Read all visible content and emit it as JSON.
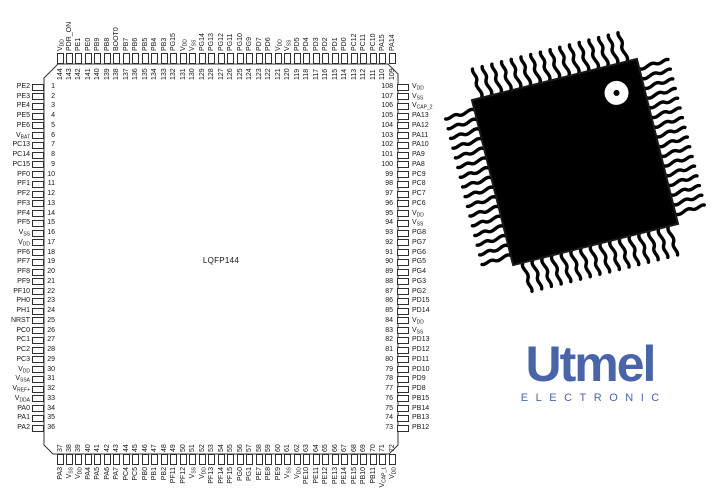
{
  "diagram": {
    "package_label": "LQFP144",
    "pins": {
      "left": [
        {
          "n": 1,
          "label": "PE2"
        },
        {
          "n": 2,
          "label": "PE3"
        },
        {
          "n": 3,
          "label": "PE4"
        },
        {
          "n": 4,
          "label": "PE5"
        },
        {
          "n": 5,
          "label": "PE6"
        },
        {
          "n": 6,
          "label": "VBAT"
        },
        {
          "n": 7,
          "label": "PC13"
        },
        {
          "n": 8,
          "label": "PC14"
        },
        {
          "n": 9,
          "label": "PC15"
        },
        {
          "n": 10,
          "label": "PF0"
        },
        {
          "n": 11,
          "label": "PF1"
        },
        {
          "n": 12,
          "label": "PF2"
        },
        {
          "n": 13,
          "label": "PF3"
        },
        {
          "n": 14,
          "label": "PF4"
        },
        {
          "n": 15,
          "label": "PF5"
        },
        {
          "n": 16,
          "label": "VSS"
        },
        {
          "n": 17,
          "label": "VDD"
        },
        {
          "n": 18,
          "label": "PF6"
        },
        {
          "n": 19,
          "label": "PF7"
        },
        {
          "n": 20,
          "label": "PF8"
        },
        {
          "n": 21,
          "label": "PF9"
        },
        {
          "n": 22,
          "label": "PF10"
        },
        {
          "n": 23,
          "label": "PH0"
        },
        {
          "n": 24,
          "label": "PH1"
        },
        {
          "n": 25,
          "label": "NRST"
        },
        {
          "n": 26,
          "label": "PC0"
        },
        {
          "n": 27,
          "label": "PC1"
        },
        {
          "n": 28,
          "label": "PC2"
        },
        {
          "n": 29,
          "label": "PC3"
        },
        {
          "n": 30,
          "label": "VDD"
        },
        {
          "n": 31,
          "label": "VSSA"
        },
        {
          "n": 32,
          "label": "VREF+"
        },
        {
          "n": 33,
          "label": "VDDA"
        },
        {
          "n": 34,
          "label": "PA0"
        },
        {
          "n": 35,
          "label": "PA1"
        },
        {
          "n": 36,
          "label": "PA2"
        }
      ],
      "top": [
        {
          "n": 144,
          "label": "VDD"
        },
        {
          "n": 143,
          "label": "PDR_ON"
        },
        {
          "n": 142,
          "label": "PE1"
        },
        {
          "n": 141,
          "label": "PE0"
        },
        {
          "n": 140,
          "label": "PB9"
        },
        {
          "n": 139,
          "label": "PB8"
        },
        {
          "n": 138,
          "label": "BOOT0"
        },
        {
          "n": 137,
          "label": "PB7"
        },
        {
          "n": 136,
          "label": "PB6"
        },
        {
          "n": 135,
          "label": "PB5"
        },
        {
          "n": 134,
          "label": "PB4"
        },
        {
          "n": 133,
          "label": "PB3"
        },
        {
          "n": 132,
          "label": "PG15"
        },
        {
          "n": 131,
          "label": "VDD"
        },
        {
          "n": 130,
          "label": "VSS"
        },
        {
          "n": 129,
          "label": "PG14"
        },
        {
          "n": 128,
          "label": "PG13"
        },
        {
          "n": 127,
          "label": "PG12"
        },
        {
          "n": 126,
          "label": "PG11"
        },
        {
          "n": 125,
          "label": "PG10"
        },
        {
          "n": 124,
          "label": "PG9"
        },
        {
          "n": 123,
          "label": "PD7"
        },
        {
          "n": 122,
          "label": "PD6"
        },
        {
          "n": 121,
          "label": "VDD"
        },
        {
          "n": 120,
          "label": "VSS"
        },
        {
          "n": 119,
          "label": "PD5"
        },
        {
          "n": 118,
          "label": "PD4"
        },
        {
          "n": 117,
          "label": "PD3"
        },
        {
          "n": 116,
          "label": "PD2"
        },
        {
          "n": 115,
          "label": "PD1"
        },
        {
          "n": 114,
          "label": "PD0"
        },
        {
          "n": 113,
          "label": "PC12"
        },
        {
          "n": 112,
          "label": "PC11"
        },
        {
          "n": 111,
          "label": "PC10"
        },
        {
          "n": 110,
          "label": "PA15"
        },
        {
          "n": 109,
          "label": "PA14"
        }
      ],
      "right": [
        {
          "n": 108,
          "label": "VDD"
        },
        {
          "n": 107,
          "label": "VSS"
        },
        {
          "n": 106,
          "label": "VCAP_2"
        },
        {
          "n": 105,
          "label": "PA13"
        },
        {
          "n": 104,
          "label": "PA12"
        },
        {
          "n": 103,
          "label": "PA11"
        },
        {
          "n": 102,
          "label": "PA10"
        },
        {
          "n": 101,
          "label": "PA9"
        },
        {
          "n": 100,
          "label": "PA8"
        },
        {
          "n": 99,
          "label": "PC9"
        },
        {
          "n": 98,
          "label": "PC8"
        },
        {
          "n": 97,
          "label": "PC7"
        },
        {
          "n": 96,
          "label": "PC6"
        },
        {
          "n": 95,
          "label": "VDD"
        },
        {
          "n": 94,
          "label": "VSS"
        },
        {
          "n": 93,
          "label": "PG8"
        },
        {
          "n": 92,
          "label": "PG7"
        },
        {
          "n": 91,
          "label": "PG6"
        },
        {
          "n": 90,
          "label": "PG5"
        },
        {
          "n": 89,
          "label": "PG4"
        },
        {
          "n": 88,
          "label": "PG3"
        },
        {
          "n": 87,
          "label": "PG2"
        },
        {
          "n": 86,
          "label": "PD15"
        },
        {
          "n": 85,
          "label": "PD14"
        },
        {
          "n": 84,
          "label": "VDD"
        },
        {
          "n": 83,
          "label": "VSS"
        },
        {
          "n": 82,
          "label": "PD13"
        },
        {
          "n": 81,
          "label": "PD12"
        },
        {
          "n": 80,
          "label": "PD11"
        },
        {
          "n": 79,
          "label": "PD10"
        },
        {
          "n": 78,
          "label": "PD9"
        },
        {
          "n": 77,
          "label": "PD8"
        },
        {
          "n": 76,
          "label": "PB15"
        },
        {
          "n": 75,
          "label": "PB14"
        },
        {
          "n": 74,
          "label": "PB13"
        },
        {
          "n": 73,
          "label": "PB12"
        }
      ],
      "bottom": [
        {
          "n": 37,
          "label": "PA3"
        },
        {
          "n": 38,
          "label": "VSS"
        },
        {
          "n": 39,
          "label": "VDD"
        },
        {
          "n": 40,
          "label": "PA4"
        },
        {
          "n": 41,
          "label": "PA5"
        },
        {
          "n": 42,
          "label": "PA6"
        },
        {
          "n": 43,
          "label": "PA7"
        },
        {
          "n": 44,
          "label": "PC4"
        },
        {
          "n": 45,
          "label": "PC5"
        },
        {
          "n": 46,
          "label": "PB0"
        },
        {
          "n": 47,
          "label": "PB1"
        },
        {
          "n": 48,
          "label": "PB2"
        },
        {
          "n": 49,
          "label": "PF11"
        },
        {
          "n": 50,
          "label": "PF12"
        },
        {
          "n": 51,
          "label": "VSS"
        },
        {
          "n": 52,
          "label": "VDD"
        },
        {
          "n": 53,
          "label": "PF13"
        },
        {
          "n": 54,
          "label": "PF14"
        },
        {
          "n": 55,
          "label": "PF15"
        },
        {
          "n": 56,
          "label": "PG0"
        },
        {
          "n": 57,
          "label": "PG1"
        },
        {
          "n": 58,
          "label": "PE7"
        },
        {
          "n": 59,
          "label": "PE8"
        },
        {
          "n": 60,
          "label": "PE9"
        },
        {
          "n": 61,
          "label": "VSS"
        },
        {
          "n": 62,
          "label": "VDD"
        },
        {
          "n": 63,
          "label": "PE10"
        },
        {
          "n": 64,
          "label": "PE11"
        },
        {
          "n": 65,
          "label": "PE12"
        },
        {
          "n": 66,
          "label": "PE13"
        },
        {
          "n": 67,
          "label": "PE14"
        },
        {
          "n": 68,
          "label": "PE15"
        },
        {
          "n": 69,
          "label": "PB10"
        },
        {
          "n": 70,
          "label": "PB11"
        },
        {
          "n": 71,
          "label": "VCAP_1"
        },
        {
          "n": 72,
          "label": "VDD"
        }
      ]
    }
  },
  "illustration": {
    "body_color": "#000000",
    "pin1_marker_color": "#ffffff"
  },
  "logo": {
    "brand": "Utmel",
    "subtitle": "ELECTRONIC",
    "color": "#4a64a8"
  }
}
